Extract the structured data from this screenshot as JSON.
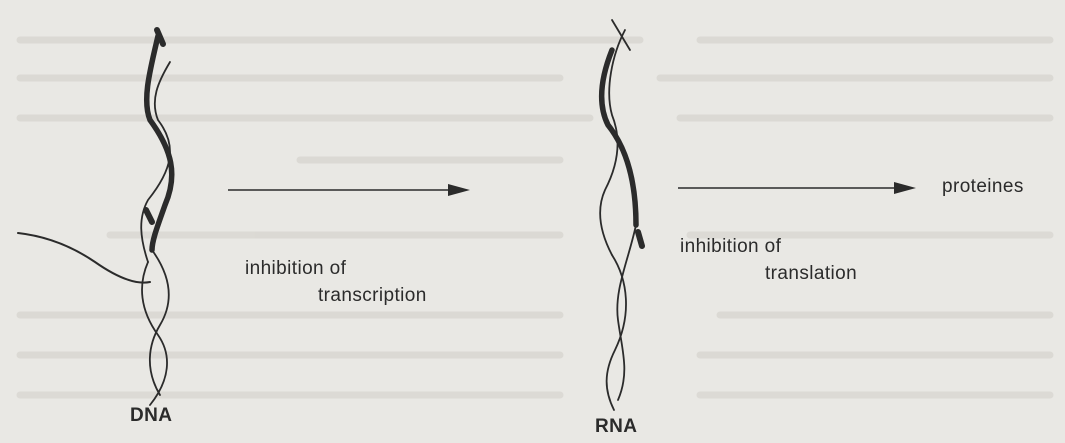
{
  "labels": {
    "dna": "DNA",
    "rna": "RNA",
    "proteins": "proteines",
    "transcription_line1": "inhibition of",
    "transcription_line2": "transcription",
    "translation_line1": "inhibition of",
    "translation_line2": "translation"
  },
  "colors": {
    "paper": "#e9e8e4",
    "ink": "#2b2b2b",
    "bleed_through": "#d8d6d1"
  }
}
